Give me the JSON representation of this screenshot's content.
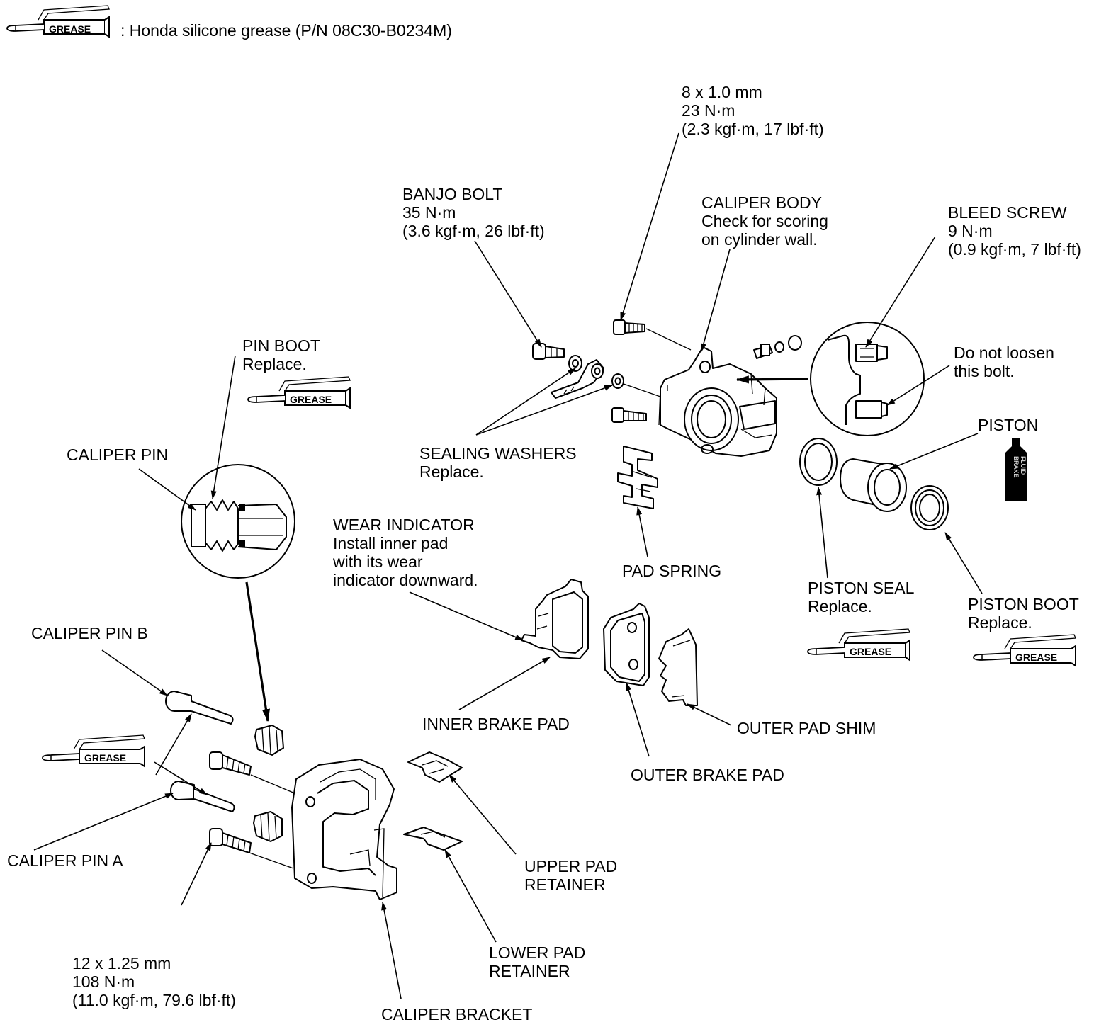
{
  "legend": {
    "grease_text": ": Honda silicone grease (P/N 08C30-B0234M)"
  },
  "grease_tag": "GREASE",
  "brake_fluid_tag": [
    "BRAKE",
    "FLUID"
  ],
  "labels": {
    "bolt_8mm": [
      "8 x 1.0 mm",
      "23 N·m",
      "(2.3 kgf·m, 17 lbf·ft)"
    ],
    "banjo_bolt": [
      "BANJO BOLT",
      "35 N·m",
      "(3.6 kgf·m, 26 lbf·ft)"
    ],
    "caliper_body": [
      "CALIPER BODY",
      "Check for scoring",
      "on cylinder wall."
    ],
    "bleed_screw": [
      "BLEED SCREW",
      "9 N·m",
      "(0.9 kgf·m, 7 lbf·ft)"
    ],
    "do_not_loosen": [
      "Do not loosen",
      "this bolt."
    ],
    "pin_boot": [
      "PIN BOOT",
      "Replace."
    ],
    "caliper_pin": [
      "CALIPER PIN"
    ],
    "sealing_washers": [
      "SEALING WASHERS",
      "Replace."
    ],
    "piston": [
      "PISTON"
    ],
    "wear_indicator": [
      "WEAR INDICATOR",
      "Install inner pad",
      "with its wear",
      "indicator downward."
    ],
    "pad_spring": [
      "PAD SPRING"
    ],
    "piston_seal": [
      "PISTON SEAL",
      "Replace."
    ],
    "piston_boot": [
      "PISTON BOOT",
      "Replace."
    ],
    "caliper_pin_b": [
      "CALIPER PIN B"
    ],
    "inner_brake_pad": [
      "INNER BRAKE PAD"
    ],
    "outer_pad_shim": [
      "OUTER PAD SHIM"
    ],
    "outer_brake_pad": [
      "OUTER BRAKE PAD"
    ],
    "caliper_pin_a": [
      "CALIPER PIN A"
    ],
    "upper_pad_retainer": [
      "UPPER PAD",
      "RETAINER"
    ],
    "lower_pad_retainer": [
      "LOWER PAD",
      "RETAINER"
    ],
    "bolt_12mm": [
      "12 x 1.25 mm",
      "108 N·m",
      "(11.0 kgf·m, 79.6 lbf·ft)"
    ],
    "caliper_bracket": [
      "CALIPER BRACKET"
    ]
  }
}
